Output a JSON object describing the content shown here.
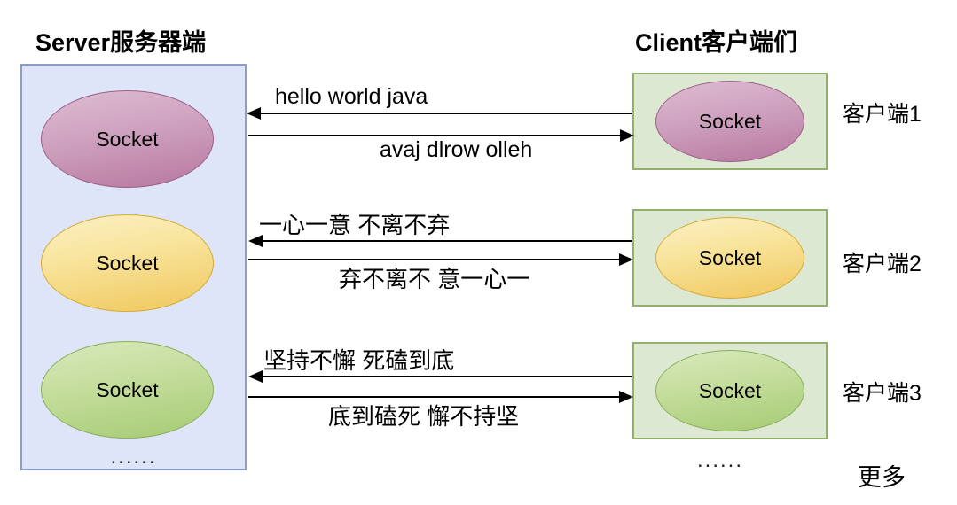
{
  "diagram": {
    "server": {
      "title": "Server服务器端",
      "ellipsis": "......",
      "sockets": [
        {
          "label": "Socket",
          "color": "#c49ab6"
        },
        {
          "label": "Socket",
          "color": "#f5dc8e"
        },
        {
          "label": "Socket",
          "color": "#c2da97"
        }
      ]
    },
    "client": {
      "title": "Client客户端们",
      "ellipsis": "......",
      "more_label": "更多",
      "boxes": [
        {
          "socket_label": "Socket",
          "name": "客户端1",
          "color": "#c49ab6"
        },
        {
          "socket_label": "Socket",
          "name": "客户端2",
          "color": "#f5dc8e"
        },
        {
          "socket_label": "Socket",
          "name": "客户端3",
          "color": "#c2da97"
        }
      ]
    },
    "exchanges": [
      {
        "request": "hello    world    java",
        "response": "avaj    dlrow    olleh",
        "request_direction": "client-to-server",
        "response_direction": "server-to-client"
      },
      {
        "request": "一心一意      不离不弃",
        "response": "弃不离不      意一心一",
        "request_direction": "client-to-server",
        "response_direction": "server-to-client"
      },
      {
        "request": "坚持不懈    死磕到底",
        "response": "底到磕死        懈不持坚",
        "request_direction": "client-to-server",
        "response_direction": "server-to-client"
      }
    ],
    "colors": {
      "server_panel_bg": "#dfe5f8",
      "server_panel_border": "#8b9dc8",
      "client_panel_bg": "#dde8d2",
      "client_panel_border": "#92b06a",
      "arrow": "#000000",
      "text": "#000000"
    }
  }
}
